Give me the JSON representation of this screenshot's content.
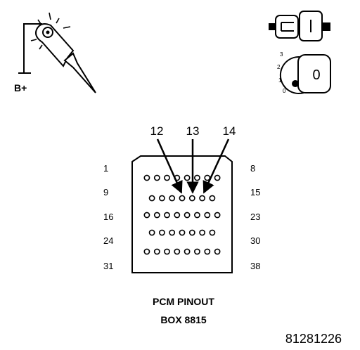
{
  "tester": {
    "supply_label": "B+"
  },
  "key_switch": {
    "positions": [
      "3",
      "2",
      "1",
      "0"
    ],
    "key_label": "0"
  },
  "connector": {
    "row_start_labels": [
      "1",
      "9",
      "16",
      "24",
      "31"
    ],
    "row_end_labels": [
      "8",
      "15",
      "23",
      "30",
      "38"
    ],
    "callouts": [
      "12",
      "13",
      "14"
    ]
  },
  "caption": {
    "line1": "PCM PINOUT",
    "line2": "BOX 8815"
  },
  "figure_number": "81281226"
}
